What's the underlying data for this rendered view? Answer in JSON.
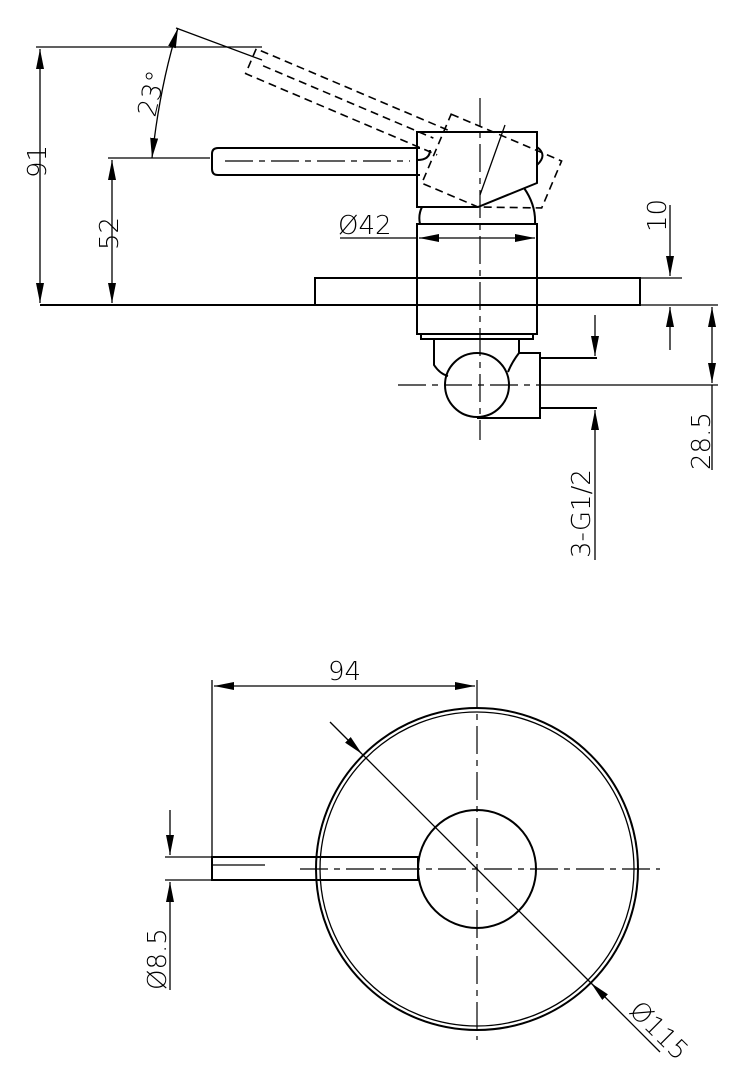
{
  "title": "Wall mixer technical drawing",
  "side_view": {
    "dim_total_height": "91",
    "dim_lever_height": "52",
    "dim_angle": "23°",
    "dim_body_diameter": "Ø42",
    "dim_plate_thickness": "10",
    "dim_depth": "28.5",
    "dim_connection": "3-G1/2"
  },
  "top_view": {
    "dim_lever_length": "94",
    "dim_lever_diameter": "Ø8.5",
    "dim_plate_diameter": "Ø115"
  }
}
